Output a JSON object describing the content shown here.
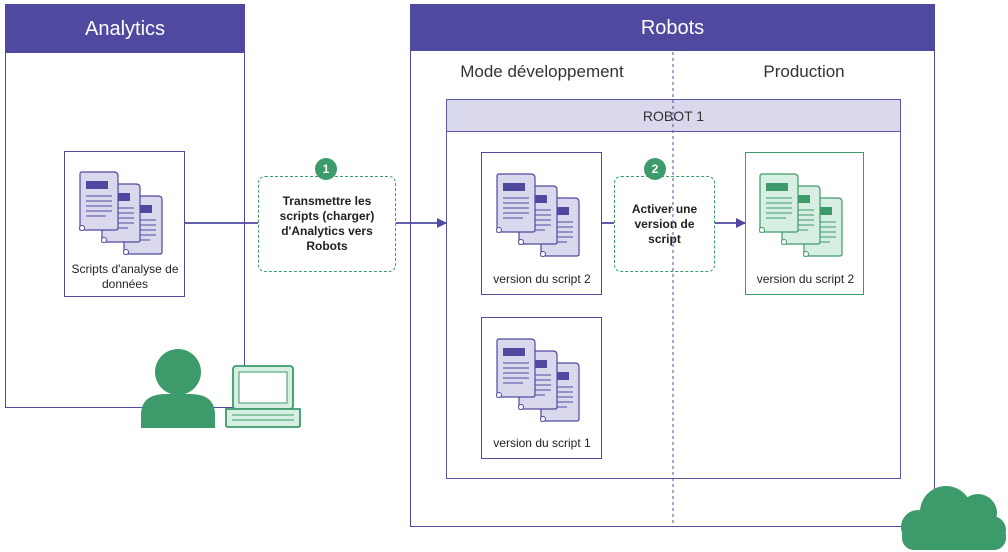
{
  "analytics": {
    "title": "Analytics",
    "script_label": "Scripts d'analyse de données"
  },
  "robots": {
    "title": "Robots",
    "mode_dev": "Mode développement",
    "mode_prod": "Production",
    "robot_title": "ROBOT 1",
    "dev_cards": [
      {
        "label": "version du script 2"
      },
      {
        "label": "version du script 1"
      }
    ],
    "prod_card": {
      "label": "version du script 2"
    }
  },
  "steps": [
    {
      "number": "1",
      "text": "Transmettre les scripts (charger) d'Analytics vers Robots"
    },
    {
      "number": "2",
      "text": "Activer une version de script"
    }
  ],
  "colors": {
    "purple": "#4f4aa0",
    "lavender": "#d9d8ec",
    "green": "#3d9a6b",
    "light_green": "#d7efe2"
  },
  "icons": [
    "document-stack-icon",
    "user-icon",
    "laptop-icon",
    "cloud-icon"
  ]
}
